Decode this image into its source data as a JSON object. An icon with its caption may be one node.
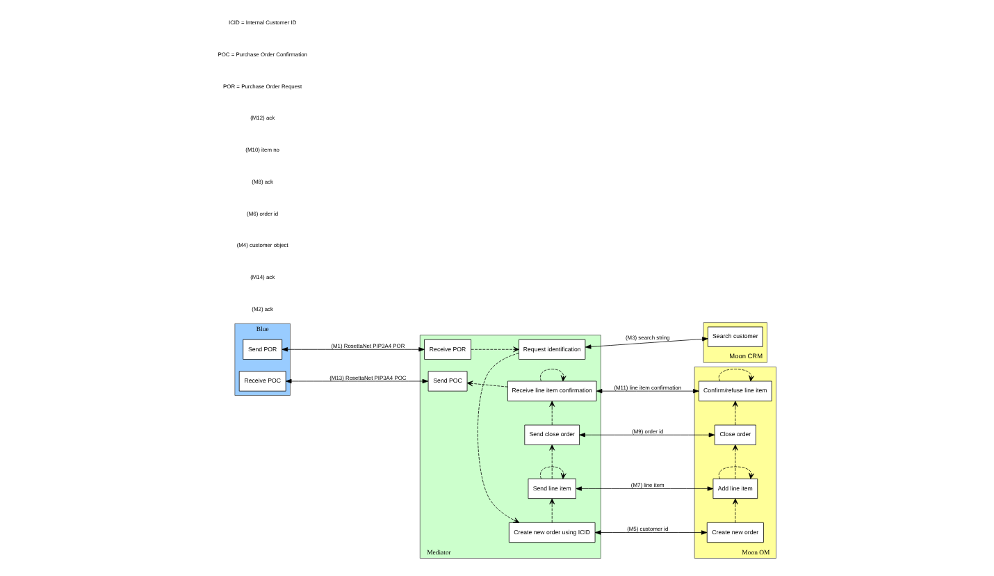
{
  "diagram": {
    "nodes": [
      {
        "text": [
          "Blue"
        ]
      },
      {
        "text": [
          "Send POR"
        ],
        "in": 0
      },
      {
        "text": [
          "Receive POC"
        ],
        "in": 0
      },
      {
        "text": [
          "Mediator"
        ]
      },
      {
        "text": [
          "Receive POR"
        ],
        "in": 3
      },
      {
        "text": [
          "Send POC"
        ],
        "in": 3
      },
      {
        "text": [
          "Request identification"
        ],
        "in": 3
      },
      {
        "text": [
          "Create new order using ICID"
        ],
        "in": 3
      },
      {
        "text": [
          "Send line item"
        ],
        "in": 3
      },
      {
        "text": [
          "Send close order"
        ],
        "in": 3
      },
      {
        "text": [
          "Receive line item confirmation"
        ],
        "in": 3
      },
      {
        "text": [
          "Moon CRM"
        ]
      },
      {
        "text": [
          "Search customer"
        ],
        "in": 11
      },
      {
        "text": [
          "Moon OM"
        ]
      },
      {
        "text": [
          "Create new order"
        ],
        "in": 13
      },
      {
        "text": [
          "Add line item"
        ],
        "in": 13
      },
      {
        "text": [
          "Close order"
        ],
        "in": 13
      },
      {
        "text": [
          "Confirm/refuse line item"
        ],
        "in": 13
      }
    ],
    "edges": [
      {
        "from": 1,
        "to": 4,
        "arrow": "both",
        "label": "(M1) RosettaNet PIP3A4 POR"
      },
      {
        "from": 2,
        "to": 5,
        "arrow": "both",
        "label": "(M13) RosettaNet PIP3A4 POC"
      },
      {
        "from": 6,
        "to": 12,
        "arrow": "both",
        "label": "(M3) search string"
      },
      {
        "from": 7,
        "to": 14,
        "arrow": "both",
        "label": "(M5) customer id"
      },
      {
        "from": 8,
        "to": 15,
        "arrow": "both",
        "label": "(M7) line item"
      },
      {
        "from": 9,
        "to": 16,
        "arrow": "both",
        "label": "(M9) order id"
      },
      {
        "from": 10,
        "to": 17,
        "arrow": "both",
        "label": "(M11) line item confirmation"
      },
      {
        "from": 4,
        "to": 6,
        "arrow": "to",
        "style": "dashed"
      },
      {
        "from": 6,
        "to": 7,
        "arrow": "to",
        "style": "dashed"
      },
      {
        "from": 7,
        "to": 8,
        "arrow": "to",
        "style": "dashed"
      },
      {
        "from": 8,
        "to": 8,
        "arrow": "to",
        "style": "dashed"
      },
      {
        "from": 8,
        "to": 9,
        "arrow": "to",
        "style": "dashed"
      },
      {
        "from": 9,
        "to": 10,
        "arrow": "to",
        "style": "dashed"
      },
      {
        "from": 10,
        "to": 10,
        "arrow": "to",
        "style": "dashed"
      },
      {
        "from": 10,
        "to": 5,
        "arrow": "to",
        "style": "dashed"
      },
      {
        "from": 14,
        "to": 15,
        "arrow": "to",
        "style": "dashed"
      },
      {
        "from": 15,
        "to": 15,
        "arrow": "to",
        "style": "dashed"
      },
      {
        "from": 15,
        "to": 16,
        "arrow": "to",
        "style": "dashed"
      },
      {
        "from": 16,
        "to": 17,
        "arrow": "to",
        "style": "dashed"
      },
      {
        "from": 17,
        "to": 17,
        "arrow": "to",
        "style": "dashed"
      }
    ],
    "labels": [
      "(M2) ack",
      "(M14) ack",
      "(M4) customer object",
      "(M6) order id",
      "(M8) ack",
      "(M10) item no",
      "(M12) ack",
      "POR = Purchase Order Request",
      "POC = Purchase Order Confirmation",
      "ICID = Internal Customer ID"
    ]
  }
}
